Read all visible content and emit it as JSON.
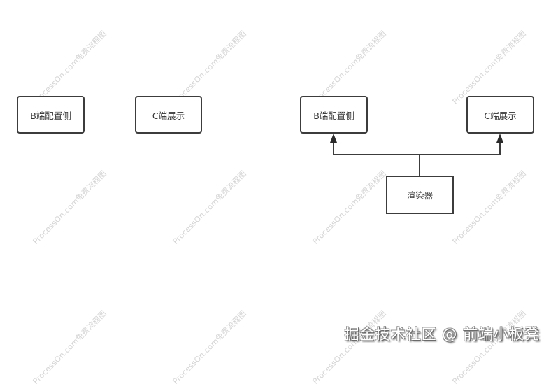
{
  "watermark": {
    "text": "ProcessOn.com免费流程图",
    "color": "#d4d4d4"
  },
  "left_panel": {
    "nodes": {
      "b_side": "B端配置侧",
      "c_side": "C端展示"
    }
  },
  "right_panel": {
    "nodes": {
      "b_side": "B端配置侧",
      "c_side": "C端展示",
      "renderer": "渲染器"
    },
    "edges": [
      {
        "from": "渲染器",
        "to": "B端配置侧",
        "arrow": "filled"
      },
      {
        "from": "渲染器",
        "to": "C端展示",
        "arrow": "filled"
      }
    ]
  },
  "footer": {
    "credit": "掘金技术社区 @ 前端小板凳"
  },
  "colors": {
    "stroke": "#3c3c3c",
    "divider": "#8a8a8a",
    "background": "#ffffff"
  }
}
